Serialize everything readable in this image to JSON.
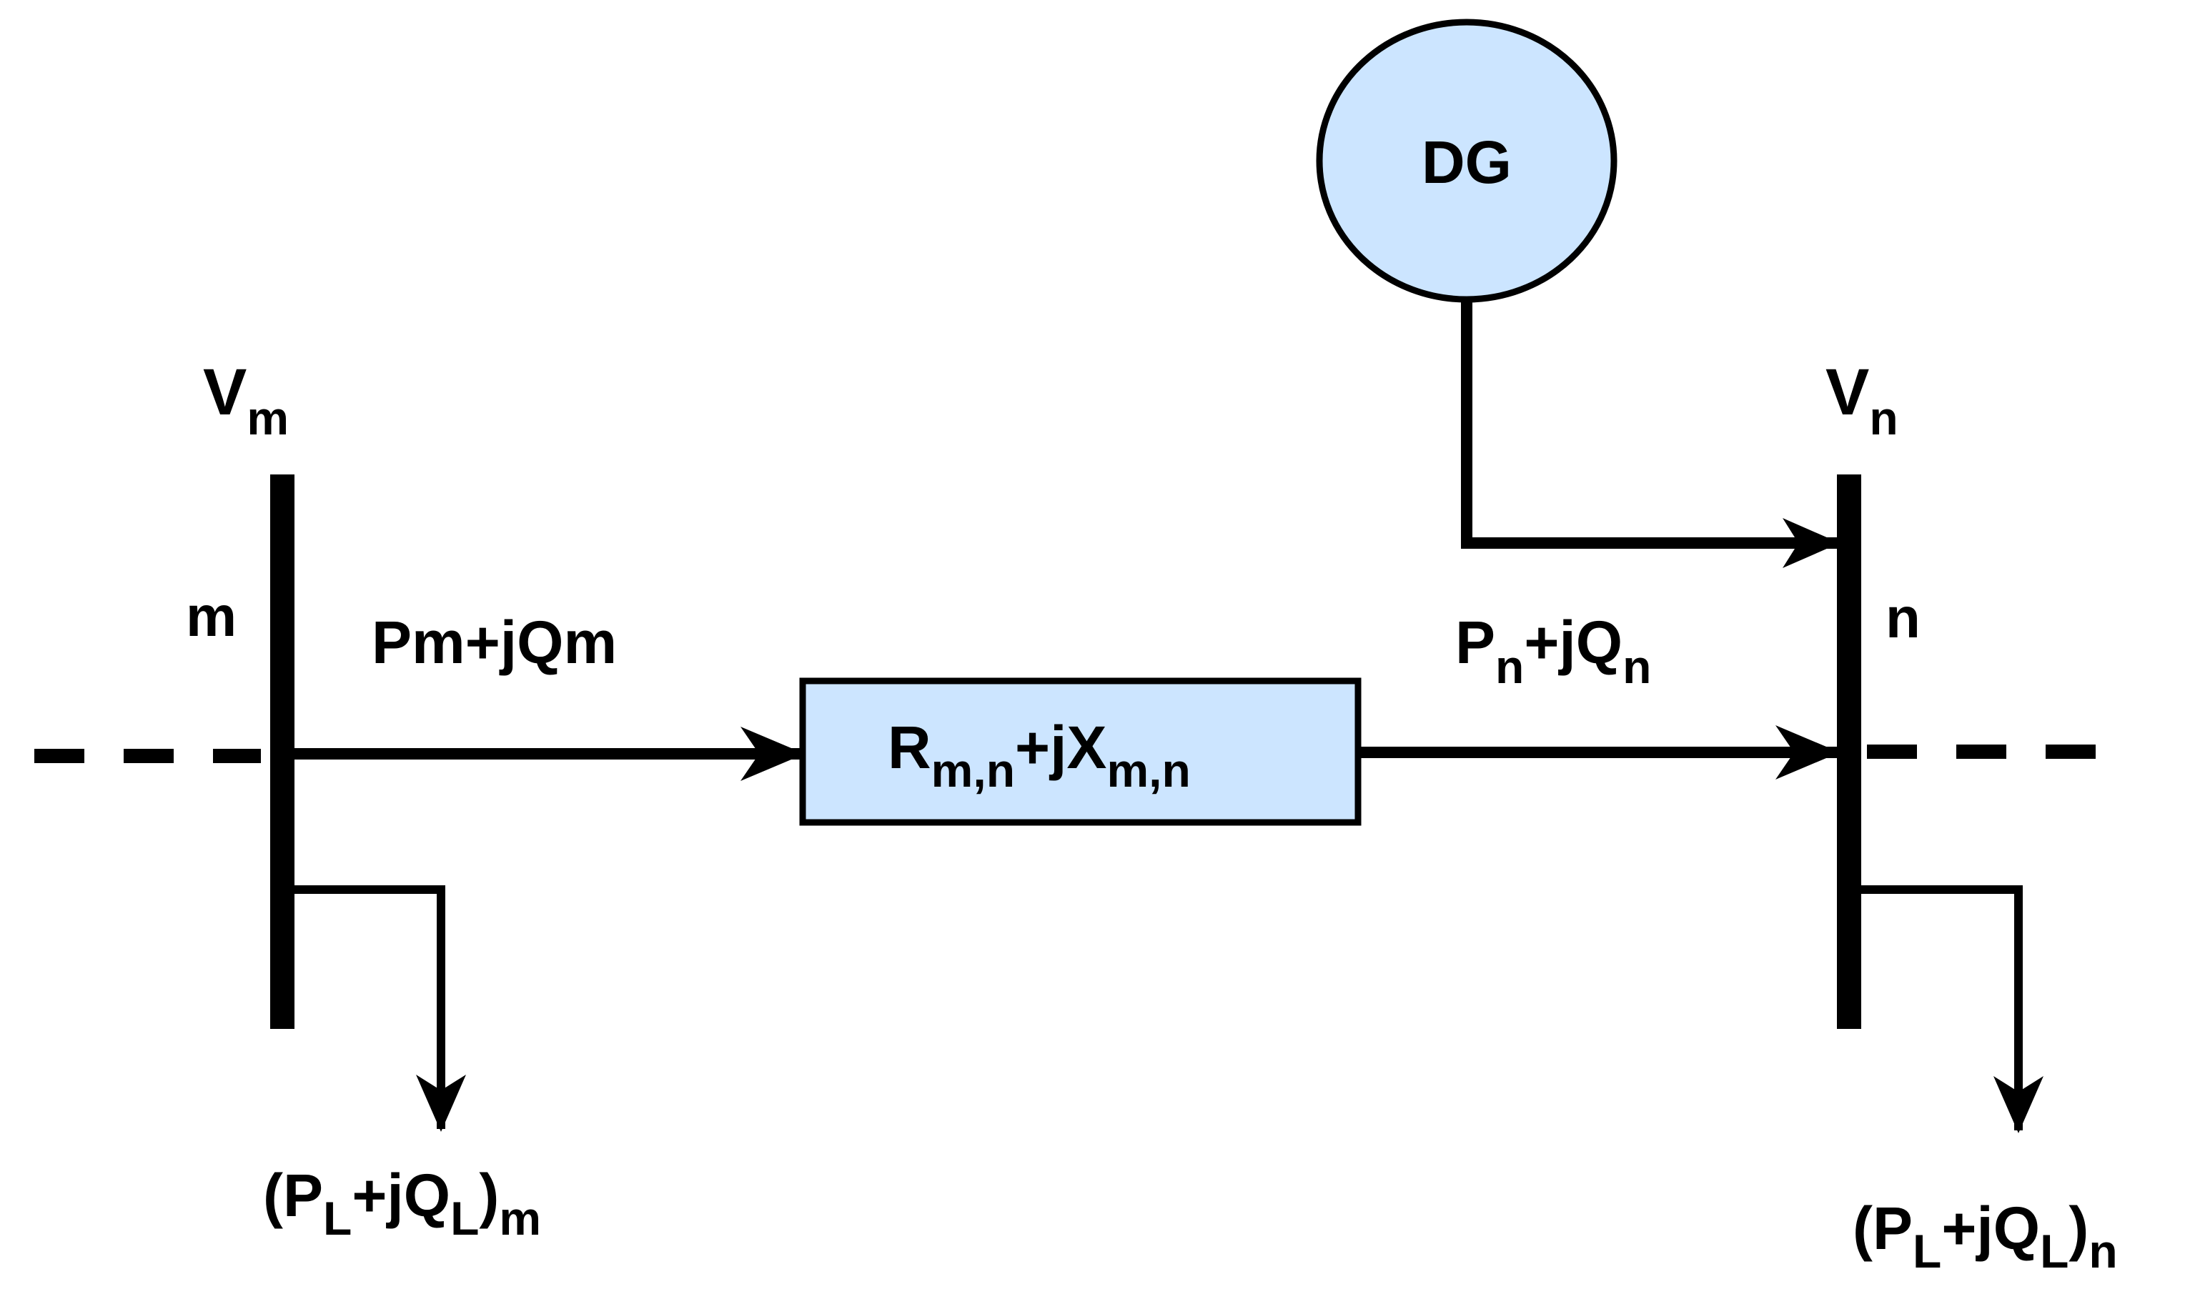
{
  "colors": {
    "fill": "#cce5ff",
    "stroke": "#000000"
  },
  "bus_m": {
    "voltage_main": "V",
    "voltage_sub": "m",
    "name": "m"
  },
  "bus_n": {
    "voltage_main": "V",
    "voltage_sub": "n",
    "name": "n"
  },
  "flow_m": {
    "text": "Pm+jQm"
  },
  "flow_n": {
    "p": "P",
    "p_sub": "n",
    "mid": "+jQ",
    "q_sub": "n"
  },
  "impedance": {
    "r": "R",
    "r_sub": "m,n",
    "mid": "+jX",
    "x_sub": "m,n"
  },
  "generator": {
    "label": "DG"
  },
  "load_m": {
    "open": "(P",
    "p_sub": "L",
    "mid": "+jQ",
    "q_sub": "L",
    "close": ")",
    "bus_sub": "m"
  },
  "load_n": {
    "open": "(P",
    "p_sub": "L",
    "mid": "+jQ",
    "q_sub": "L",
    "close": ")",
    "bus_sub": "n"
  }
}
